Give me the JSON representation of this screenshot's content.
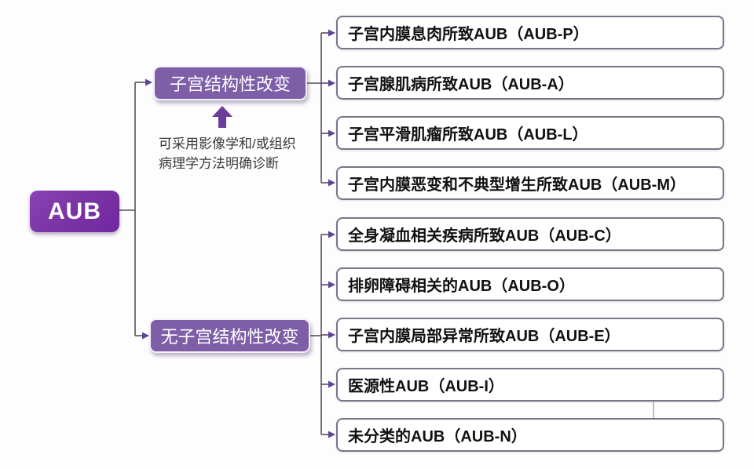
{
  "root": {
    "label": "AUB"
  },
  "branches": [
    {
      "id": "structural",
      "label": "子宫结构性改变"
    },
    {
      "id": "non-structural",
      "label": "无子宫结构性改变"
    }
  ],
  "annotation": {
    "lines": [
      "可采用影像学和/或组织",
      "病理学方法明确诊断"
    ],
    "icon": "up-arrow-icon"
  },
  "leaves": [
    {
      "label": "子宫内膜息肉所致AUB（AUB-P）",
      "group": "structural"
    },
    {
      "label": "子宫腺肌病所致AUB（AUB-A）",
      "group": "structural"
    },
    {
      "label": "子宫平滑肌瘤所致AUB（AUB-L）",
      "group": "structural"
    },
    {
      "label": "子宫内膜恶变和不典型增生所致AUB（AUB-M）",
      "group": "structural"
    },
    {
      "label": "全身凝血相关疾病所致AUB（AUB-C）",
      "group": "non-structural"
    },
    {
      "label": "排卵障碍相关的AUB（AUB-O）",
      "group": "non-structural"
    },
    {
      "label": "子宫内膜局部异常所致AUB（AUB-E）",
      "group": "non-structural"
    },
    {
      "label": "医源性AUB（AUB-I）",
      "group": "non-structural"
    },
    {
      "label": "未分类的AUB（AUB-N）",
      "group": "non-structural"
    }
  ],
  "colors": {
    "root_fill": "#7b35a4",
    "branch_fill": "#7d5ea7",
    "leaf_border": "#7c7389",
    "connector_line": "#55505f",
    "arrowhead": "#5e4397",
    "annotation_text": "#3a3a3a",
    "background": "#fdfdfd"
  }
}
